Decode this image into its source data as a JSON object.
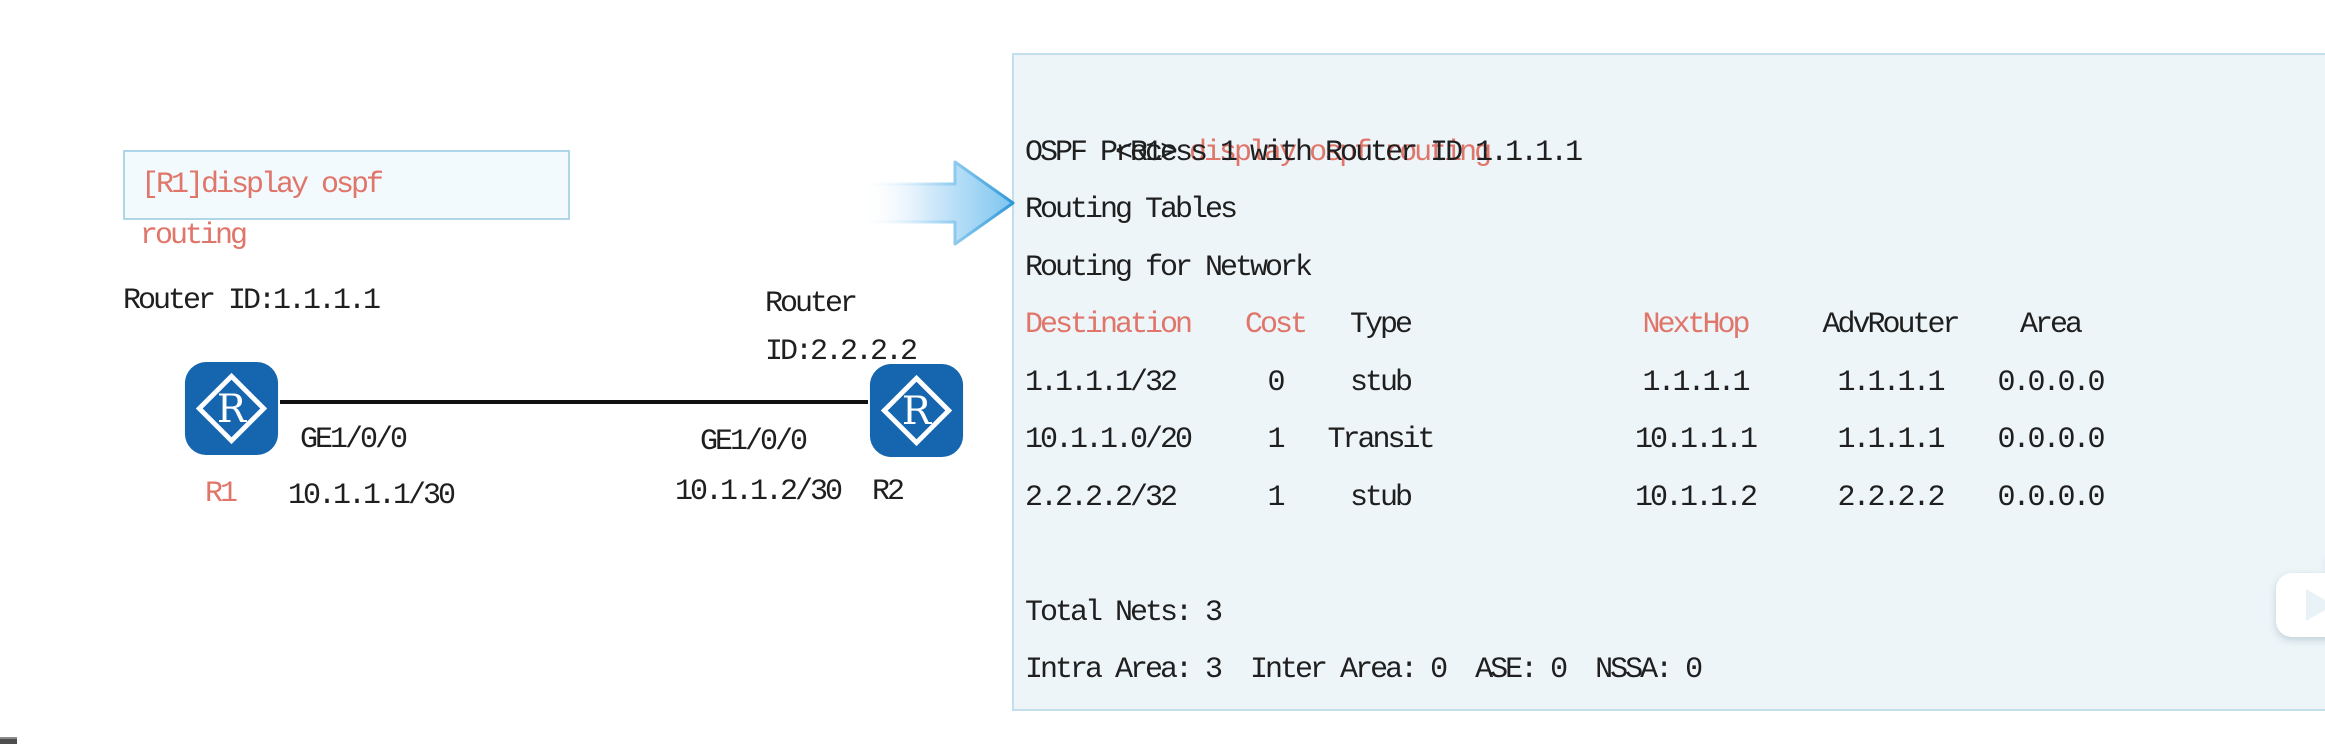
{
  "colors": {
    "accent_red": "#e0756a",
    "router_blue": "#1565af",
    "panel_bg": "#edf5f8",
    "panel_border": "#c2dfeb",
    "arrow_blue": "#7cc5ef",
    "text_black": "#1f1f1f"
  },
  "diagram": {
    "command_callout": {
      "line1": "[R1]display ospf",
      "line2": "routing"
    },
    "r1": {
      "router_id": "Router ID:1.1.1.1",
      "name": "R1",
      "interface": "GE1/0/0",
      "ip": "10.1.1.1/30"
    },
    "r2": {
      "router_id_line1": "Router",
      "router_id_line2": "ID:2.2.2.2",
      "name": "R2",
      "interface": "GE1/0/0",
      "ip": "10.1.1.2/30"
    },
    "router_glyph": "R"
  },
  "console": {
    "prompt": "<R1>",
    "command": "display ospf routing",
    "process_line": "OSPF Process 1 with Router ID 1.1.1.1",
    "tables_line": "Routing Tables",
    "network_line": "Routing for Network",
    "table": {
      "headers": [
        "Destination",
        "Cost",
        "Type",
        "NextHop",
        "AdvRouter",
        "Area"
      ],
      "rows": [
        [
          "1.1.1.1/32",
          "0",
          "stub",
          "1.1.1.1",
          "1.1.1.1",
          "0.0.0.0"
        ],
        [
          "10.1.1.0/20",
          "1",
          "Transit",
          "10.1.1.1",
          "1.1.1.1",
          "0.0.0.0"
        ],
        [
          "2.2.2.2/32",
          "1",
          "stub",
          "10.1.1.2",
          "2.2.2.2",
          "0.0.0.0"
        ]
      ]
    },
    "total_nets": "Total Nets: 3",
    "area_summary": "Intra Area: 3  Inter Area: 0  ASE: 0  NSSA: 0"
  }
}
